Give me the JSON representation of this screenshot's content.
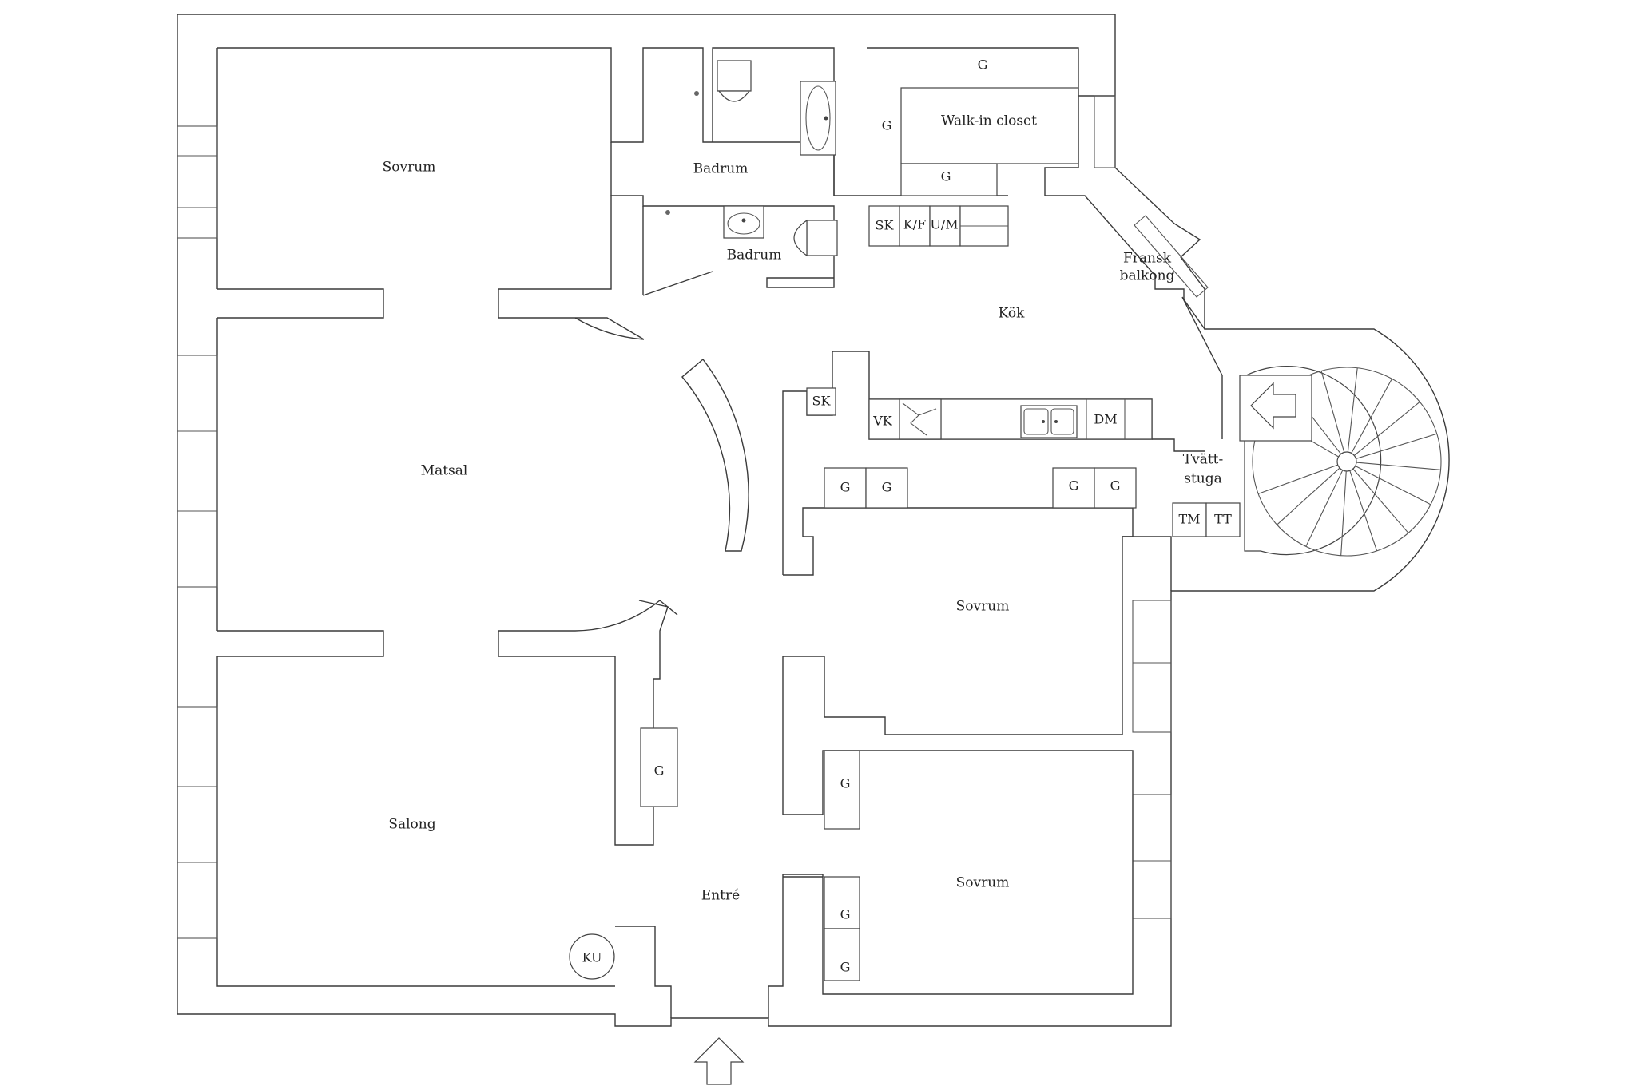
{
  "rooms": {
    "sovrum_1": "Sovrum",
    "badrum_1": "Badrum",
    "walk_in": "Walk-in closet",
    "badrum_2": "Badrum",
    "kok": "Kök",
    "fransk_line1": "Fransk",
    "fransk_line2": "balkong",
    "matsal": "Matsal",
    "tvatt_line1": "Tvätt-",
    "tvatt_line2": "stuga",
    "sovrum_2": "Sovrum",
    "salong": "Salong",
    "entre": "Entré",
    "sovrum_3": "Sovrum"
  },
  "fixtures": {
    "g": "G",
    "sk": "SK",
    "kf": "K/F",
    "um": "U/M",
    "vk": "VK",
    "dm": "DM",
    "tm": "TM",
    "tt": "TT",
    "ku": "KU"
  },
  "icons": [
    "entrance-arrow-icon",
    "stair-arrow-icon",
    "spiral-stair-icon",
    "toilet-icon",
    "bathtub-icon",
    "sink-icon",
    "stove-icon",
    "double-sink-icon"
  ]
}
